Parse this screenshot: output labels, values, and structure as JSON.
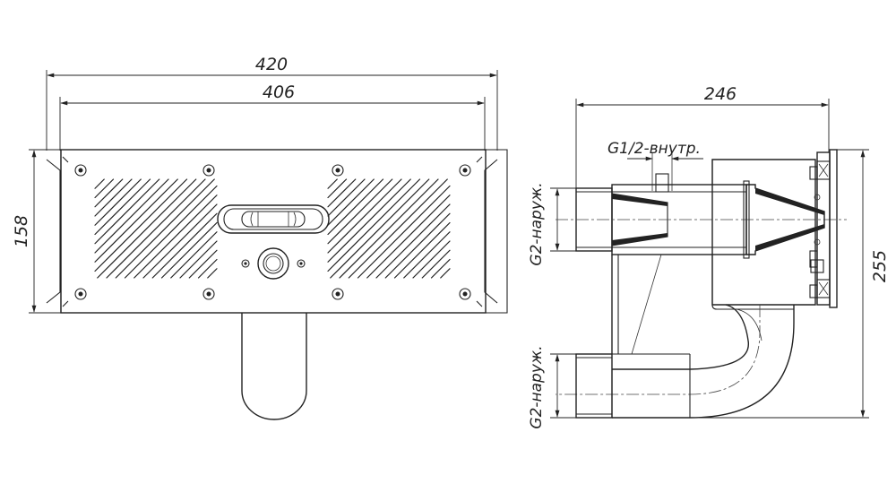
{
  "front_view": {
    "overall_width": "420",
    "inner_width": "406",
    "height": "158"
  },
  "side_view": {
    "depth": "246",
    "height": "255",
    "upper_thread": "G1/2-внутр.",
    "inlet_upper": "G2-наруж.",
    "inlet_lower": "G2-наруж."
  }
}
